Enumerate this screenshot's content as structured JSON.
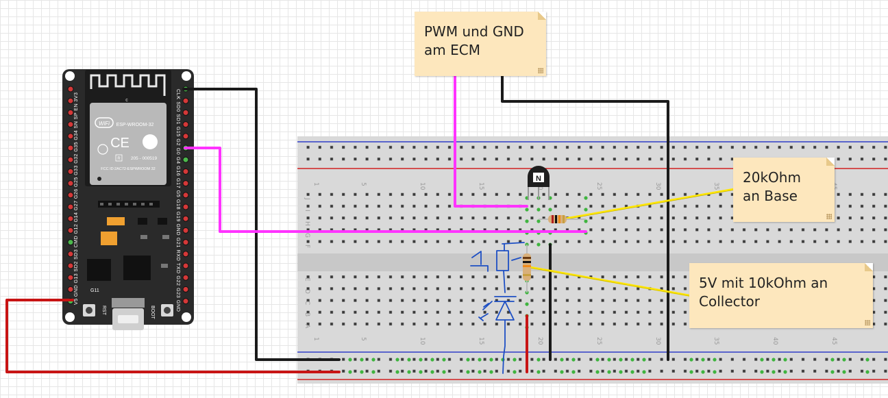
{
  "notes": {
    "pwm": {
      "line1": "PWM und GND",
      "line2": "am ECM"
    },
    "base": {
      "line1": "20kOhm",
      "line2": "an Base"
    },
    "collector": {
      "line1": "5V mit 10kOhm an",
      "line2": "Collector"
    }
  },
  "esp32": {
    "module_brand": "ESP-WROOM-32",
    "wifi_logo": "WiFi",
    "ce_mark": "CE",
    "module_code": "205 - 000519",
    "fcc_id": "FCC ID:2AC72-ESPWROOM 32",
    "antenna_label": "c",
    "reg_mark": "R",
    "rst_label": "RST",
    "boot_label": "BOOT",
    "gpio_label": "G11",
    "left_pin_labels": "V5 GND G13 SD2 SD3 CMD G12 G14 G27 G26 G25 G33 G32 G35 G34 SN SP EN 3V3",
    "right_pin_labels": "CLK SD0 SD1 G15 G2 G0 G4 G16 G17 G5 G18 G19 GND G21 RXD TXD G22 G23 GND"
  },
  "breadboard": {
    "top_row_letters": [
      "J",
      "I",
      "H",
      "G",
      "F"
    ],
    "bottom_row_letters": [
      "E",
      "D",
      "C",
      "B",
      "A"
    ],
    "column_numbers": [
      "1",
      "5",
      "10",
      "15",
      "20",
      "25",
      "30",
      "35",
      "40",
      "45"
    ]
  },
  "colors": {
    "wire_black": "#1a1a1a",
    "wire_magenta": "#ff33ff",
    "wire_red": "#c81414",
    "wire_yellow": "#ffe600",
    "wire_blue_sketch": "#1d4fc4",
    "note_bg": "#fde7bd",
    "board_bg": "#2a2a2a"
  },
  "icons": {
    "transistor": "npn-transistor-icon",
    "resistor": "resistor-icon",
    "usb": "usb-port-icon",
    "wifi": "wifi-logo-icon"
  }
}
